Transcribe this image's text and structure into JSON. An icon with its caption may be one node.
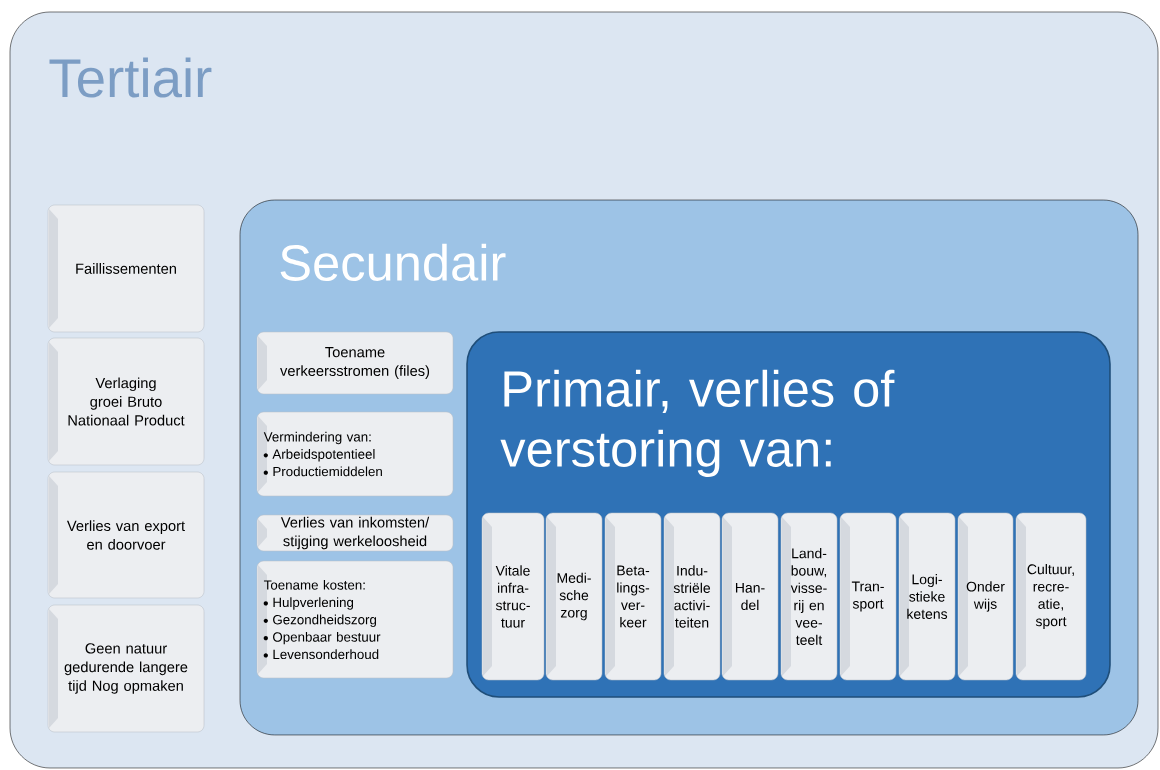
{
  "diagram": {
    "nodes": [
      {
        "text": [
          "Tertiair"
        ]
      },
      {
        "text": [
          "Faillissementen"
        ],
        "in": 0
      },
      {
        "text": [
          "Verlaging groei Bruto Nationaal Product"
        ],
        "in": 0
      },
      {
        "text": [
          "Verlies van export en doorvoer"
        ],
        "in": 0
      },
      {
        "text": [
          "Geen natuur gedurende langere tijd Nog opmaken"
        ],
        "in": 0
      },
      {
        "text": [
          "Secundair"
        ],
        "in": 0
      },
      {
        "text": [
          "Toename verkeersstromen (files)"
        ],
        "in": 5
      },
      {
        "text": [
          "Vermindering van:",
          "Arbeidspotentieel",
          "Productiemiddelen"
        ],
        "in": 5
      },
      {
        "text": [
          "Verlies van inkomsten/ stijging werkeloosheid"
        ],
        "in": 5
      },
      {
        "text": [
          "Toename kosten:",
          "Hulpverlening",
          "Gezondheidszorg",
          "Openbaar bestuur",
          "Levensonderhoud"
        ],
        "in": 5
      },
      {
        "text": [
          "Primair, verlies of verstoring van:"
        ],
        "in": 5
      },
      {
        "text": [
          "Vitale infra- struc- tuur"
        ],
        "in": 10
      },
      {
        "text": [
          "Medi- sche zorg"
        ],
        "in": 10
      },
      {
        "text": [
          "Beta- lings- ver- keer"
        ],
        "in": 10
      },
      {
        "text": [
          "Indu- striële activi- teiten"
        ],
        "in": 10
      },
      {
        "text": [
          "Han- del"
        ],
        "in": 10
      },
      {
        "text": [
          "Land- bouw, visse- rij en vee- teelt"
        ],
        "in": 10
      },
      {
        "text": [
          "Tran- sport"
        ],
        "in": 10
      },
      {
        "text": [
          "Logi- stieke ketens"
        ],
        "in": 10
      },
      {
        "text": [
          "Onder wijs"
        ],
        "in": 10
      },
      {
        "text": [
          "Cultuur, recre- atie, sport"
        ],
        "in": 10
      }
    ]
  }
}
